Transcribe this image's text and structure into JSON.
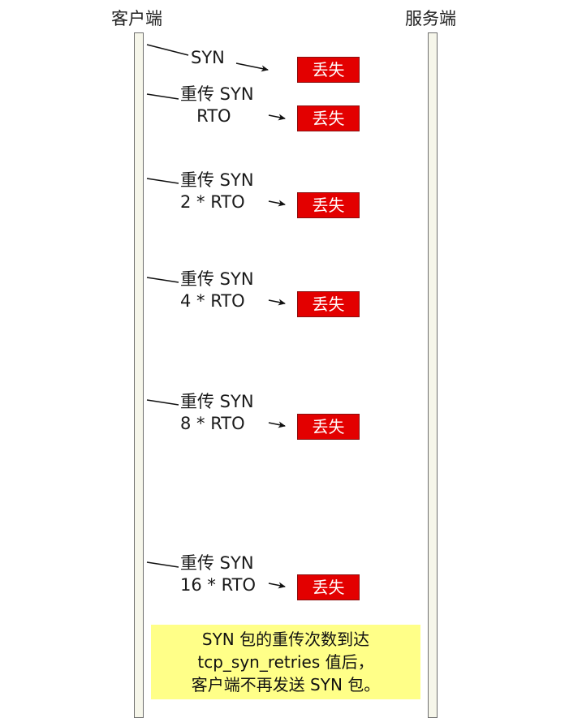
{
  "lanes": {
    "client": "客户端",
    "server": "服务端"
  },
  "lost_label": "丢失",
  "messages": [
    {
      "line1": "SYN",
      "line2": ""
    },
    {
      "line1": "重传 SYN",
      "line2": "RTO"
    },
    {
      "line1": "重传 SYN",
      "line2": "2 * RTO"
    },
    {
      "line1": "重传 SYN",
      "line2": "4 * RTO"
    },
    {
      "line1": "重传 SYN",
      "line2": "8 * RTO"
    },
    {
      "line1": "重传 SYN",
      "line2": "16 * RTO"
    }
  ],
  "note": {
    "line1": "SYN 包的重传次数到达",
    "line2": "tcp_syn_retries 值后，",
    "line3": "客户端不再发送 SYN 包。"
  },
  "colors": {
    "lost_bg": "#e30000",
    "note_bg": "#ffff88",
    "lifeline_fill": "#f6f6ea"
  }
}
